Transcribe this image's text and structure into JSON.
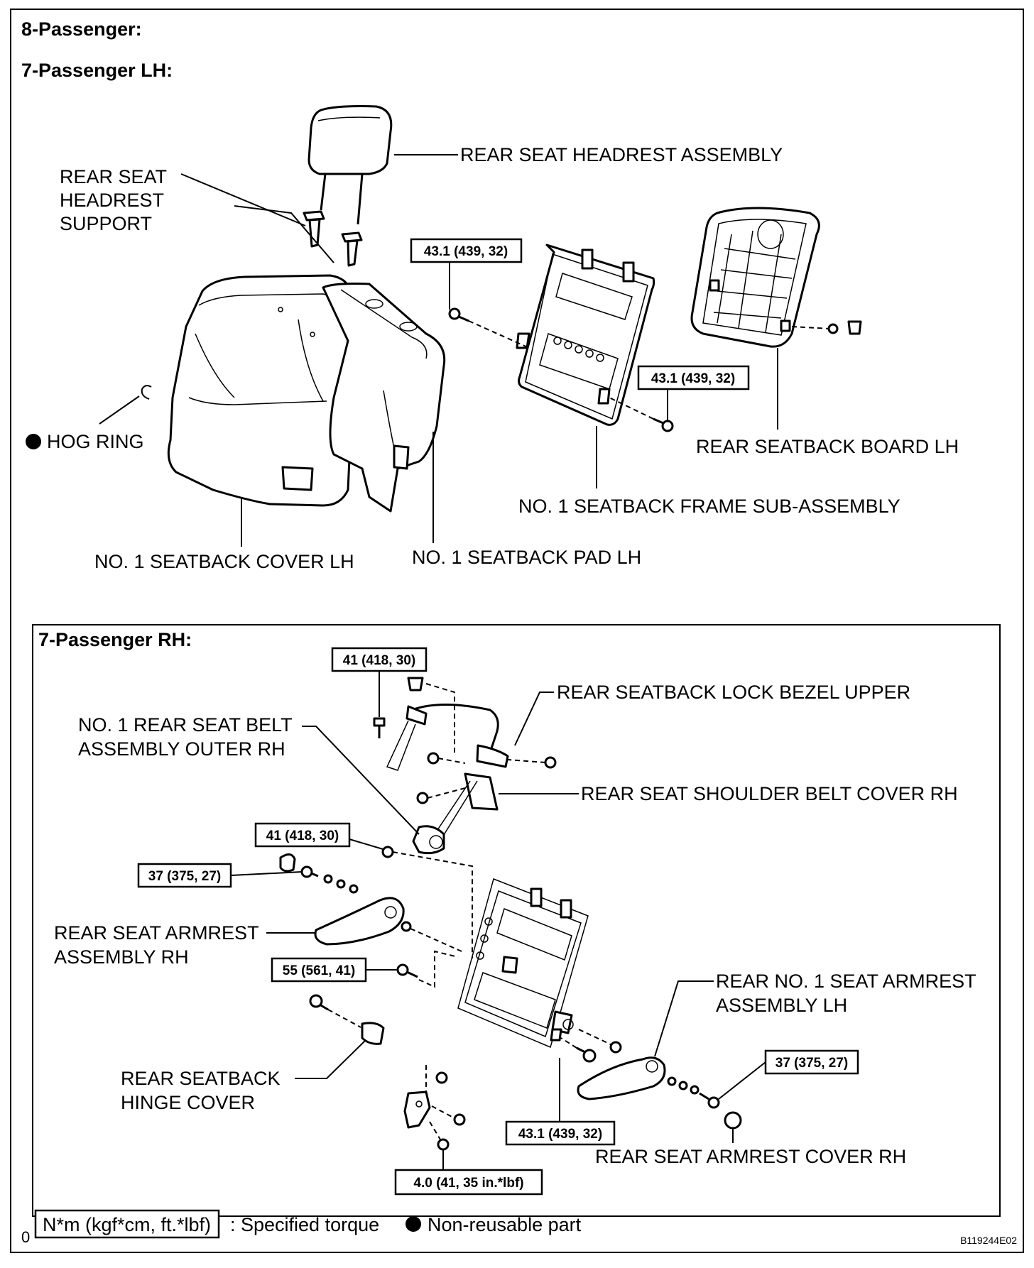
{
  "sections": {
    "eight_passenger": "8-Passenger:",
    "seven_lh": "7-Passenger LH:",
    "seven_rh": "7-Passenger RH:"
  },
  "lh_labels": {
    "headrest_assembly": "REAR SEAT HEADREST ASSEMBLY",
    "headrest_support_l1": "REAR SEAT",
    "headrest_support_l2": "HEADREST",
    "headrest_support_l3": "SUPPORT",
    "hog_ring": "HOG RING",
    "seatback_cover": "NO. 1 SEATBACK COVER LH",
    "seatback_pad": "NO. 1 SEATBACK PAD LH",
    "seatback_frame": "NO. 1 SEATBACK FRAME SUB-ASSEMBLY",
    "seatback_board": "REAR SEATBACK BOARD LH"
  },
  "rh_labels": {
    "lock_bezel": "REAR SEATBACK LOCK BEZEL UPPER",
    "belt_outer_l1": "NO. 1 REAR SEAT BELT",
    "belt_outer_l2": "ASSEMBLY OUTER RH",
    "shoulder_cover": "REAR SEAT SHOULDER BELT COVER RH",
    "armrest_rh_l1": "REAR SEAT ARMREST",
    "armrest_rh_l2": "ASSEMBLY RH",
    "armrest_lh_l1": "REAR NO. 1 SEAT ARMREST",
    "armrest_lh_l2": "ASSEMBLY LH",
    "hinge_cover_l1": "REAR SEATBACK",
    "hinge_cover_l2": "HINGE COVER",
    "armrest_cover": "REAR SEAT ARMREST COVER RH"
  },
  "torques": {
    "lh_top": "43.1 (439, 32)",
    "lh_mid": "43.1 (439, 32)",
    "rh_belt_top": "41 (418, 30)",
    "rh_belt_mid": "41 (418, 30)",
    "rh_armrest_left": "37 (375, 27)",
    "rh_55": "55 (561, 41)",
    "rh_frame_bottom": "43.1 (439, 32)",
    "rh_armrest_right": "37 (375, 27)",
    "rh_hinge": "4.0 (41, 35 in.*lbf)"
  },
  "legend": {
    "torque_box": "N*m (kgf*cm, ft.*lbf)",
    "torque_text": ": Specified torque",
    "nonreusable_text": "Non-reusable part"
  },
  "corner_mark": "0",
  "figure_id": "B119244E02",
  "icons": {
    "nonreusable": "filled-circle-icon"
  }
}
